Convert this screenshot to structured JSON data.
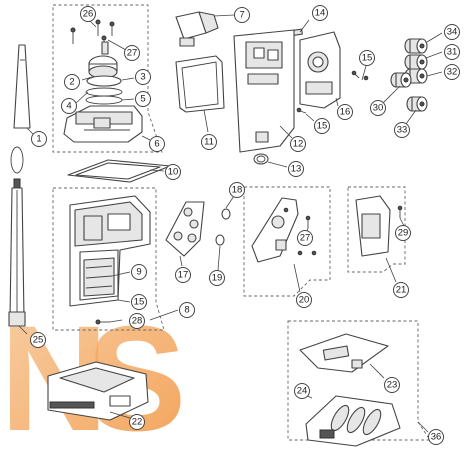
{
  "diagram": {
    "callouts": [
      {
        "id": "c1",
        "label": "1"
      },
      {
        "id": "c2",
        "label": "2"
      },
      {
        "id": "c3",
        "label": "3"
      },
      {
        "id": "c4",
        "label": "4"
      },
      {
        "id": "c5",
        "label": "5"
      },
      {
        "id": "c6",
        "label": "6"
      },
      {
        "id": "c7",
        "label": "7"
      },
      {
        "id": "c8",
        "label": "8"
      },
      {
        "id": "c9",
        "label": "9"
      },
      {
        "id": "c10",
        "label": "10"
      },
      {
        "id": "c11",
        "label": "11"
      },
      {
        "id": "c12",
        "label": "12"
      },
      {
        "id": "c13",
        "label": "13"
      },
      {
        "id": "c14",
        "label": "14"
      },
      {
        "id": "c15a",
        "label": "15"
      },
      {
        "id": "c15b",
        "label": "15"
      },
      {
        "id": "c15c",
        "label": "15"
      },
      {
        "id": "c16",
        "label": "16"
      },
      {
        "id": "c17",
        "label": "17"
      },
      {
        "id": "c18",
        "label": "18"
      },
      {
        "id": "c19",
        "label": "19"
      },
      {
        "id": "c20",
        "label": "20"
      },
      {
        "id": "c21",
        "label": "21"
      },
      {
        "id": "c22",
        "label": "22"
      },
      {
        "id": "c23",
        "label": "23"
      },
      {
        "id": "c24",
        "label": "24"
      },
      {
        "id": "c25",
        "label": "25"
      },
      {
        "id": "c26",
        "label": "26"
      },
      {
        "id": "c27a",
        "label": "27"
      },
      {
        "id": "c27b",
        "label": "27"
      },
      {
        "id": "c28",
        "label": "28"
      },
      {
        "id": "c29",
        "label": "29"
      },
      {
        "id": "c30",
        "label": "30"
      },
      {
        "id": "c31",
        "label": "31"
      },
      {
        "id": "c32",
        "label": "32"
      },
      {
        "id": "c33",
        "label": "33"
      },
      {
        "id": "c34",
        "label": "34"
      },
      {
        "id": "c36",
        "label": "36"
      }
    ]
  },
  "watermark": {
    "text": "NS",
    "color_primary": "#f08a2c",
    "color_secondary": "#f6c08a"
  }
}
